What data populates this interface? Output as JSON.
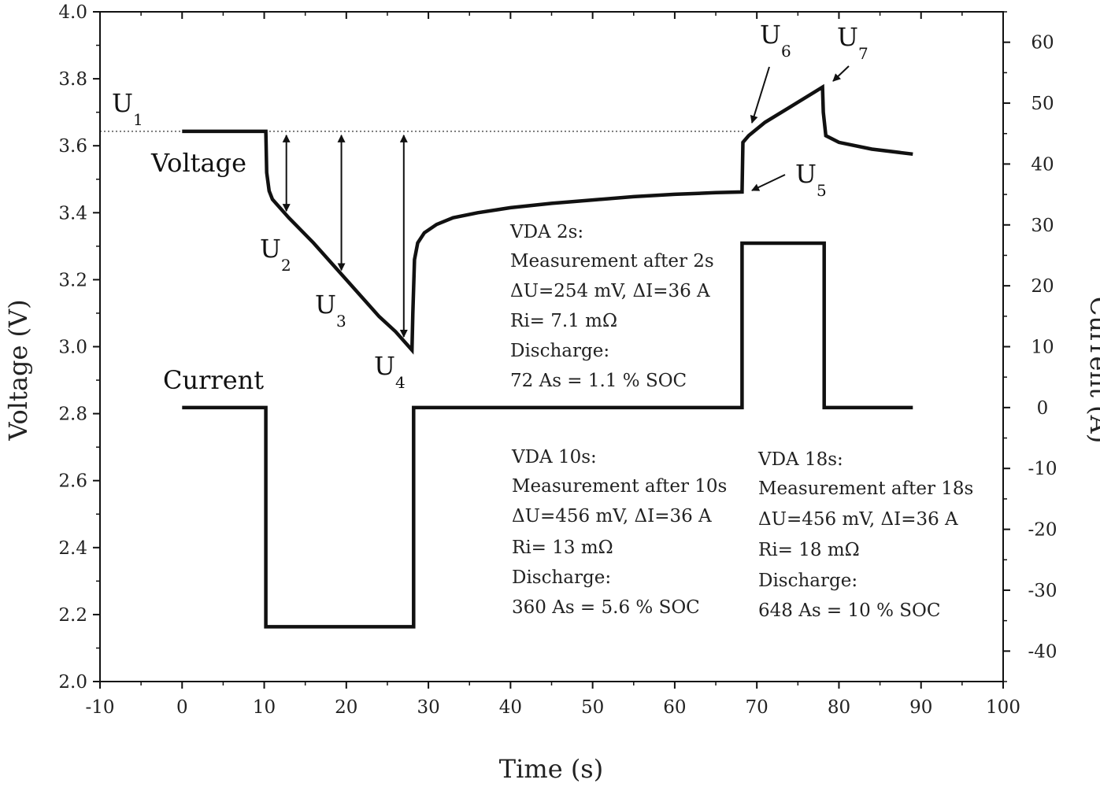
{
  "chart_data": {
    "type": "line",
    "xlabel": "Time (s)",
    "ylabel": "Voltage (V)",
    "y2label": "Current (A)",
    "xlim": [
      -10,
      100
    ],
    "ylim": [
      2.0,
      4.0
    ],
    "y2lim": [
      -45,
      65
    ],
    "xticks": [
      "-10",
      "0",
      "10",
      "20",
      "30",
      "40",
      "50",
      "60",
      "70",
      "80",
      "90",
      "100"
    ],
    "yticks": [
      "2.0",
      "2.2",
      "2.4",
      "2.6",
      "2.8",
      "3.0",
      "3.2",
      "3.4",
      "3.6",
      "3.8",
      "4.0"
    ],
    "y2ticks": [
      "-40",
      "-30",
      "-20",
      "-10",
      "0",
      "10",
      "20",
      "30",
      "40",
      "50",
      "60"
    ],
    "series": [
      {
        "name": "Voltage",
        "axis": "left",
        "x": [
          0,
          10.2,
          10.3,
          10.6,
          11,
          13,
          16,
          20,
          24,
          26,
          28,
          28.1,
          28.3,
          28.7,
          29.5,
          31,
          33,
          36,
          40,
          45,
          50,
          55,
          60,
          65,
          68.2,
          68.3,
          69,
          71,
          74,
          78,
          78.1,
          78.4,
          80,
          84,
          89
        ],
        "y": [
          3.643,
          3.643,
          3.52,
          3.465,
          3.44,
          3.385,
          3.31,
          3.2,
          3.09,
          3.045,
          2.99,
          3.1,
          3.26,
          3.31,
          3.34,
          3.365,
          3.385,
          3.4,
          3.415,
          3.428,
          3.438,
          3.448,
          3.455,
          3.46,
          3.462,
          3.61,
          3.63,
          3.67,
          3.715,
          3.775,
          3.7,
          3.63,
          3.61,
          3.59,
          3.575
        ]
      },
      {
        "name": "Current",
        "axis": "right",
        "x": [
          0,
          10.2,
          10.2,
          28.2,
          28.2,
          68.2,
          68.2,
          78.2,
          78.2,
          89
        ],
        "y": [
          0,
          0,
          -36,
          -36,
          0,
          0,
          27,
          27,
          0,
          0
        ]
      }
    ],
    "reference_line": {
      "label": "U",
      "sub": "1",
      "y": 3.643,
      "style": "dotted"
    },
    "points": [
      {
        "label": "U",
        "sub": "2"
      },
      {
        "label": "U",
        "sub": "3"
      },
      {
        "label": "U",
        "sub": "4"
      },
      {
        "label": "U",
        "sub": "5"
      },
      {
        "label": "U",
        "sub": "6"
      },
      {
        "label": "U",
        "sub": "7"
      }
    ],
    "annotations": [
      {
        "lines": [
          "VDA 2s:",
          "Measurement after 2s",
          "ΔU=254 mV, ΔI=36 A",
          "Ri= 7.1 mΩ",
          "Discharge:",
          "72 As = 1.1 % SOC"
        ]
      },
      {
        "lines": [
          "VDA 10s:",
          "Measurement after 10s",
          "ΔU=456 mV, ΔI=36 A",
          "Ri= 13 mΩ",
          "Discharge:",
          "360 As = 5.6 % SOC"
        ]
      },
      {
        "lines": [
          "VDA 18s:",
          "Measurement after 18s",
          "ΔU=456 mV, ΔI=36 A",
          "Ri= 18 mΩ",
          "Discharge:",
          "648 As = 10 % SOC"
        ]
      }
    ]
  }
}
